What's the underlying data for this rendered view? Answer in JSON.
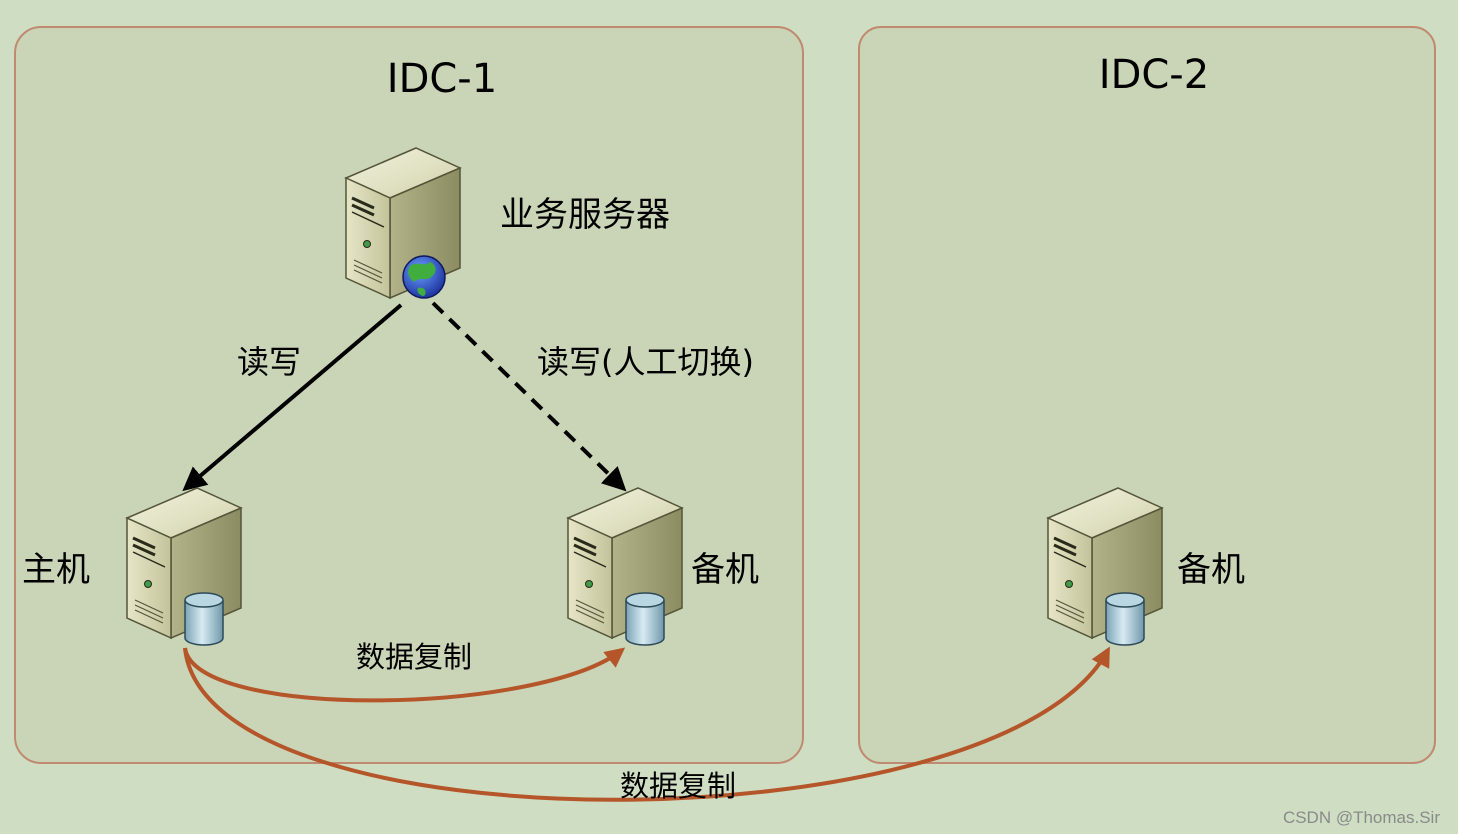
{
  "zones": {
    "idc1": {
      "title": "IDC-1"
    },
    "idc2": {
      "title": "IDC-2"
    }
  },
  "nodes": {
    "business_server": {
      "label": "业务服务器",
      "icon": "web-server-icon"
    },
    "primary": {
      "label": "主机",
      "icon": "database-server-icon"
    },
    "standby_idc1": {
      "label": "备机",
      "icon": "database-server-icon"
    },
    "standby_idc2": {
      "label": "备机",
      "icon": "database-server-icon"
    }
  },
  "edges": {
    "rw_primary": {
      "label": "读写",
      "style": "solid"
    },
    "rw_standby": {
      "label": "读写(人工切换)",
      "style": "dashed"
    },
    "replication_local": {
      "label": "数据复制"
    },
    "replication_remote": {
      "label": "数据复制"
    }
  },
  "watermark": "CSDN @Thomas.Sir",
  "colors": {
    "background": "#cfdec3",
    "zone_fill": "#c9d5b6",
    "zone_border": "#c08a70",
    "replication_arrow": "#b5552a",
    "access_arrow": "#000000"
  }
}
